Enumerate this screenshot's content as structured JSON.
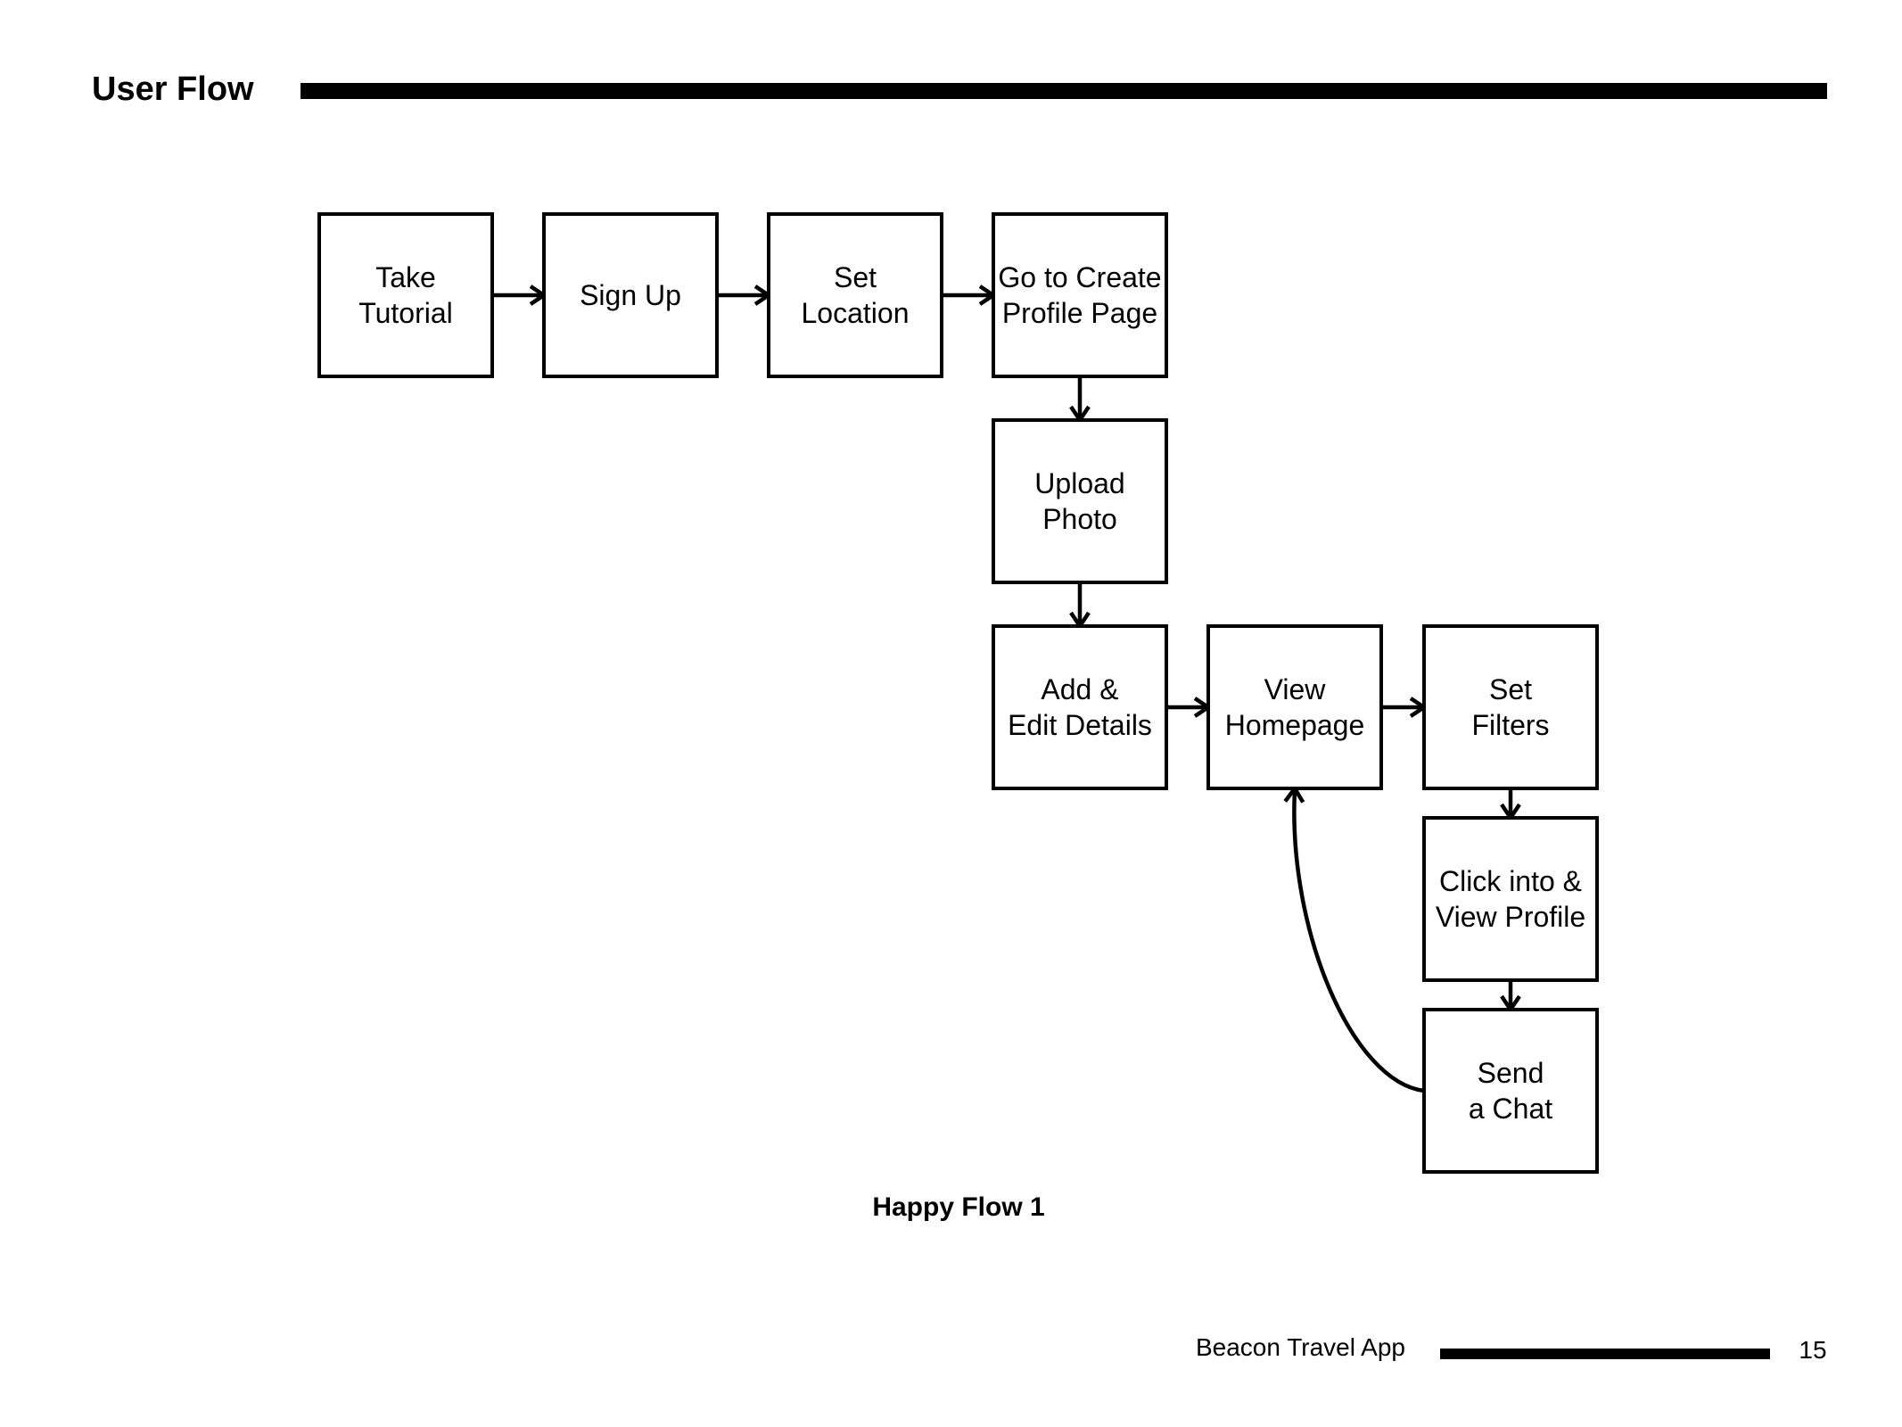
{
  "header": {
    "title": "User Flow"
  },
  "diagram": {
    "nodes": [
      {
        "id": "take-tutorial",
        "lines": [
          "Take",
          "Tutorial"
        ]
      },
      {
        "id": "sign-up",
        "lines": [
          "Sign Up"
        ]
      },
      {
        "id": "set-location",
        "lines": [
          "Set",
          "Location"
        ]
      },
      {
        "id": "go-to-create-profile-page",
        "lines": [
          "Go to Create",
          "Profile Page"
        ]
      },
      {
        "id": "upload-photo",
        "lines": [
          "Upload",
          "Photo"
        ]
      },
      {
        "id": "add-edit-details",
        "lines": [
          "Add &",
          "Edit Details"
        ]
      },
      {
        "id": "view-homepage",
        "lines": [
          "View",
          "Homepage"
        ]
      },
      {
        "id": "set-filters",
        "lines": [
          "Set",
          "Filters"
        ]
      },
      {
        "id": "click-into-view-profile",
        "lines": [
          "Click into &",
          "View Profile"
        ]
      },
      {
        "id": "send-a-chat",
        "lines": [
          "Send",
          "a Chat"
        ]
      }
    ],
    "edges": [
      {
        "from": "take-tutorial",
        "to": "sign-up"
      },
      {
        "from": "sign-up",
        "to": "set-location"
      },
      {
        "from": "set-location",
        "to": "go-to-create-profile-page"
      },
      {
        "from": "go-to-create-profile-page",
        "to": "upload-photo"
      },
      {
        "from": "upload-photo",
        "to": "add-edit-details"
      },
      {
        "from": "add-edit-details",
        "to": "view-homepage"
      },
      {
        "from": "view-homepage",
        "to": "set-filters"
      },
      {
        "from": "set-filters",
        "to": "click-into-view-profile"
      },
      {
        "from": "click-into-view-profile",
        "to": "send-a-chat"
      },
      {
        "from": "send-a-chat",
        "to": "view-homepage"
      }
    ],
    "caption": "Happy Flow 1"
  },
  "footer": {
    "app_name": "Beacon Travel App",
    "page_number": "15"
  }
}
